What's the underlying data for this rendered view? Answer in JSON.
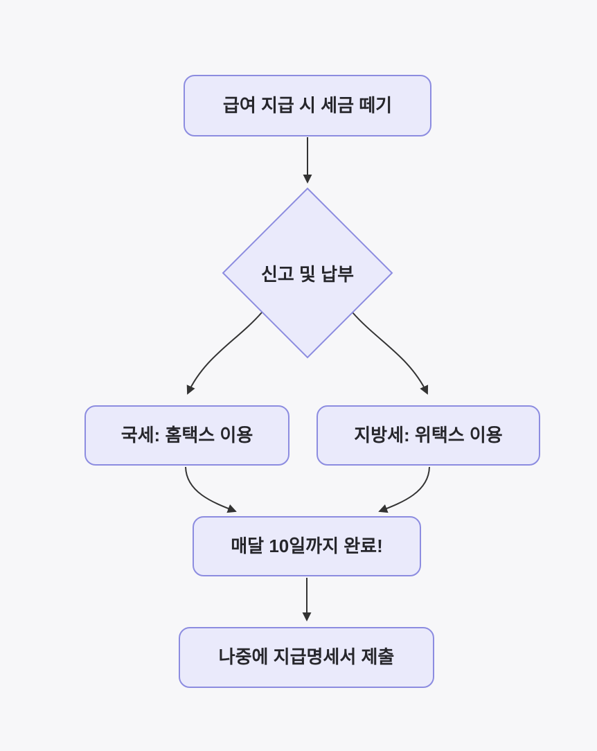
{
  "diagram": {
    "type": "flowchart",
    "direction": "top-down",
    "colors": {
      "background": "#f7f7f9",
      "node_fill": "#eaeafb",
      "node_border": "#8c8ce0",
      "edge": "#333333",
      "text": "#26262b"
    },
    "nodes": [
      {
        "id": "A",
        "shape": "rounded-rect",
        "label": "급여 지급 시 세금 떼기"
      },
      {
        "id": "B",
        "shape": "diamond",
        "label": "신고 및 납부"
      },
      {
        "id": "C",
        "shape": "rounded-rect",
        "label": "국세: 홈택스 이용"
      },
      {
        "id": "D",
        "shape": "rounded-rect",
        "label": "지방세: 위택스 이용"
      },
      {
        "id": "E",
        "shape": "rounded-rect",
        "label": "매달 10일까지 완료!"
      },
      {
        "id": "F",
        "shape": "rounded-rect",
        "label": "나중에 지급명세서 제출"
      }
    ],
    "edges": [
      {
        "from": "A",
        "to": "B"
      },
      {
        "from": "B",
        "to": "C"
      },
      {
        "from": "B",
        "to": "D"
      },
      {
        "from": "C",
        "to": "E"
      },
      {
        "from": "D",
        "to": "E"
      },
      {
        "from": "E",
        "to": "F"
      }
    ]
  }
}
